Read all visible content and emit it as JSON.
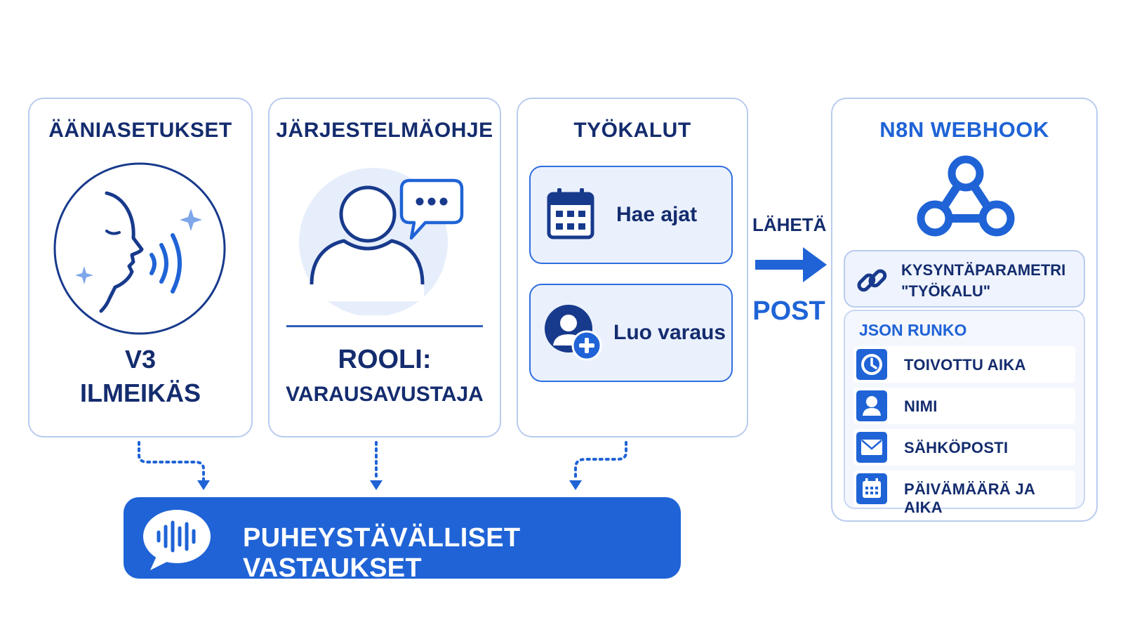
{
  "voice": {
    "title": "ÄÄNIASETUKSET",
    "line1": "V3",
    "line2": "ILMEIKÄS"
  },
  "system": {
    "title": "JÄRJESTELMÄOHJE",
    "line1": "ROOLI:",
    "line2": "VARAUSAVUSTAJA"
  },
  "tools": {
    "title": "TYÖKALUT",
    "items": [
      {
        "label": "Hae ajat",
        "icon": "calendar-icon"
      },
      {
        "label": "Luo varaus",
        "icon": "user-add-icon"
      }
    ]
  },
  "arrow": {
    "top_label": "LÄHETÄ",
    "bottom_label": "POST"
  },
  "webhook": {
    "title": "N8N WEBHOOK",
    "param_line1": "KYSYNTÄPARAMETRI",
    "param_line2": "\"TYÖKALU\"",
    "json_title": "JSON RUNKO",
    "fields": [
      {
        "label": "TOIVOTTU AIKA",
        "icon": "clock-icon"
      },
      {
        "label": "NIMI",
        "icon": "person-icon"
      },
      {
        "label": "SÄHKÖPOSTI",
        "icon": "envelope-icon"
      },
      {
        "label": "PÄIVÄMÄÄRÄ JA AIKA",
        "icon": "calendar-icon"
      }
    ]
  },
  "output": {
    "label": "PUHEYSTÄVÄLLISET VASTAUKSET",
    "icon": "voice-chat-icon"
  },
  "colors": {
    "accent": "#1f63d6",
    "border": "#b9ccef",
    "text": "#142c6e",
    "panel": "#eaf1fd"
  }
}
